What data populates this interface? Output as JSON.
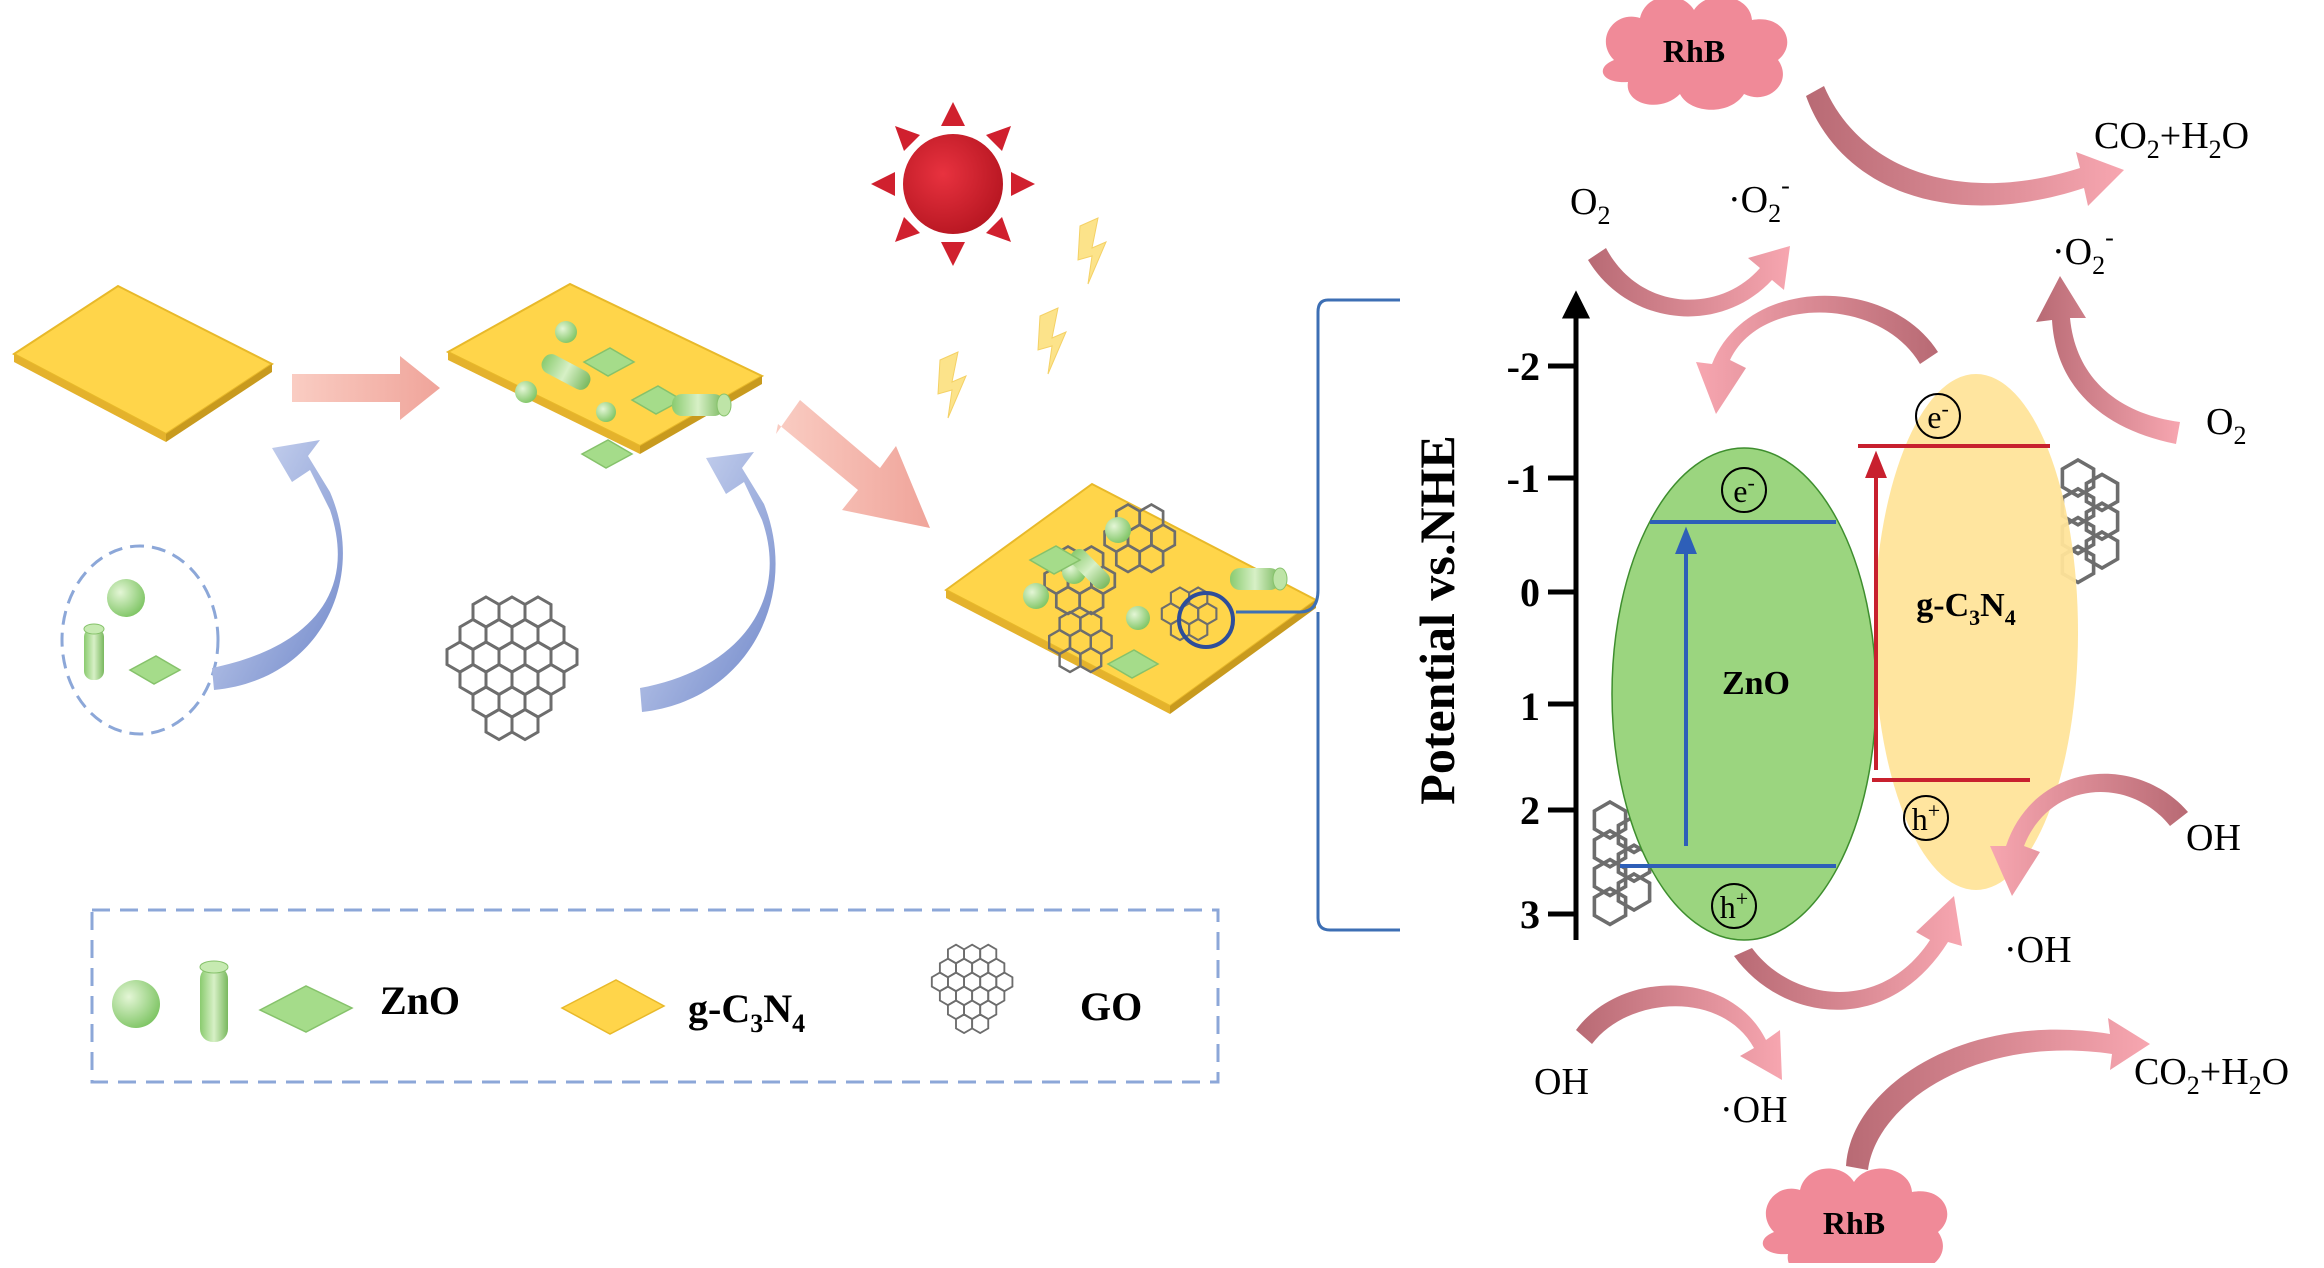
{
  "legend": {
    "zno_label": "ZnO",
    "gcn_label": "g-C",
    "gcn_sub3": "3",
    "gcn_N": "N",
    "gcn_sub4": "4",
    "go_label": "GO"
  },
  "axis": {
    "label": "Potential vs.NHE",
    "ticks": [
      "-2",
      "-1",
      "0",
      "1",
      "2",
      "3"
    ]
  },
  "bands": {
    "zno_label": "ZnO",
    "gcn_label": "g-C",
    "gcn_sub3": "3",
    "gcn_N": "N",
    "gcn_sub4": "4",
    "electron": "e",
    "electron_sup": "-",
    "hole": "h",
    "hole_sup": "+"
  },
  "species": {
    "rhb": "RhB",
    "o2": "O",
    "o2_sub": "2",
    "superoxide_prefix": "·O",
    "superoxide_sub": "2",
    "superoxide_sup": "-",
    "oh": "OH",
    "hydroxyl_radical": "·OH",
    "co2": "CO",
    "co2_sub": "2",
    "plus_h": "+H",
    "h2o_sub": "2",
    "h2o_O": "O"
  },
  "colors": {
    "gcn_yellow": "#FFD54A",
    "zno_green": "#9BD57F",
    "zno_band": "#2E5FB8",
    "gcn_band": "#C8202E",
    "sun": "#D0202E",
    "rhb_cloud": "#F08A98",
    "pink_arrow": "#F29AA3",
    "blue_arrow": "#8EA6DD",
    "bracket": "#3D6FB4"
  }
}
